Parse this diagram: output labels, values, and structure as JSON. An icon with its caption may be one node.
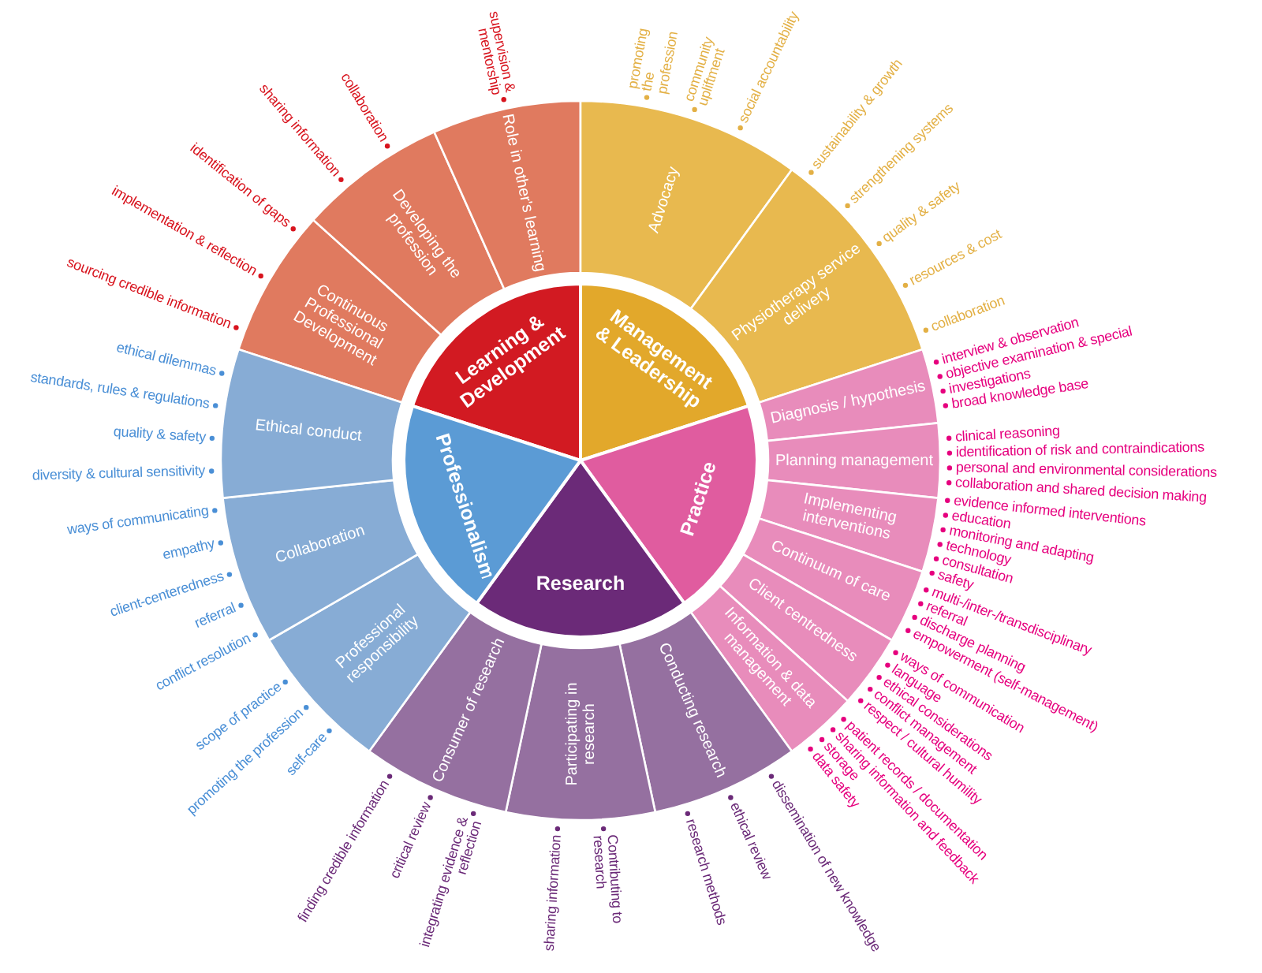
{
  "diagram": {
    "nodes": [
      {
        "text": [
          "Learning & Development"
        ]
      },
      {
        "text": [
          "Management & Leadership"
        ]
      },
      {
        "text": [
          "Practice"
        ]
      },
      {
        "text": [
          "Research"
        ]
      },
      {
        "text": [
          "Professionalism"
        ]
      },
      {
        "text": [
          "Continuous Professional Development"
        ],
        "beside": [
          "sourcing credible information",
          "implementation & reflection",
          "identification of gaps"
        ]
      },
      {
        "text": [
          "Developing the profession"
        ],
        "beside": [
          "sharing information",
          "collaboration"
        ]
      },
      {
        "text": [
          "Role in other's learning"
        ],
        "beside": [
          "supervision & mentorship"
        ]
      },
      {
        "text": [
          "Advocacy"
        ],
        "beside": [
          "promoting the profession",
          "community upliftment",
          "social accountability"
        ]
      },
      {
        "text": [
          "Physiotherapy service delivery"
        ],
        "beside": [
          "sustainability & growth",
          "strengthening systems",
          "quality & safety",
          "resources & cost",
          "collaboration"
        ]
      },
      {
        "text": [
          "Diagnosis / hypothesis"
        ],
        "beside": [
          "interview & observation",
          "objective examination & special",
          "investigations",
          "broad knowledge base"
        ]
      },
      {
        "text": [
          "Planning management"
        ],
        "beside": [
          "clinical reasoning",
          "identification of risk and contraindications",
          "personal and environmental considerations",
          "collaboration and shared decision making"
        ]
      },
      {
        "text": [
          "Implementing interventions"
        ],
        "beside": [
          "evidence informed interventions",
          "education",
          "monitoring and adapting",
          "technology",
          "consultation",
          "safety"
        ]
      },
      {
        "text": [
          "Continuum of care"
        ],
        "beside": [
          "multi-/inter-/transdisciplinary",
          "referral",
          "discharge planning",
          "empowerment (self-management)"
        ]
      },
      {
        "text": [
          "Client centredness"
        ],
        "beside": [
          "ways of communication",
          "language",
          "ethical considerations",
          "conflict management",
          "respect / cultural humility"
        ]
      },
      {
        "text": [
          "Information & data management"
        ],
        "beside": [
          "patient records / documentation",
          "sharing information and feedback",
          "storage",
          "data safety"
        ]
      },
      {
        "text": [
          "Conducting research"
        ],
        "beside": [
          "dissemination of new knowledge",
          "ethical review",
          "research methods"
        ]
      },
      {
        "text": [
          "Participating in research"
        ],
        "beside": [
          "Contributing to research",
          "sharing information"
        ]
      },
      {
        "text": [
          "Consumer of research"
        ],
        "beside": [
          "integrating evidence & reflection",
          "critical review",
          "finding credible information"
        ]
      },
      {
        "text": [
          "Professional responsibility"
        ],
        "beside": [
          "self-care",
          "promoting the profession",
          "scope of practice"
        ]
      },
      {
        "text": [
          "Collaboration"
        ],
        "beside": [
          "conflict resolution",
          "referral",
          "client-centeredness",
          "empathy",
          "ways of communicating"
        ]
      },
      {
        "text": [
          "Ethical conduct"
        ],
        "beside": [
          "diversity & cultural sensitivity",
          "quality & safety",
          "standards, rules & regulations",
          "ethical dilemmas"
        ]
      }
    ]
  }
}
